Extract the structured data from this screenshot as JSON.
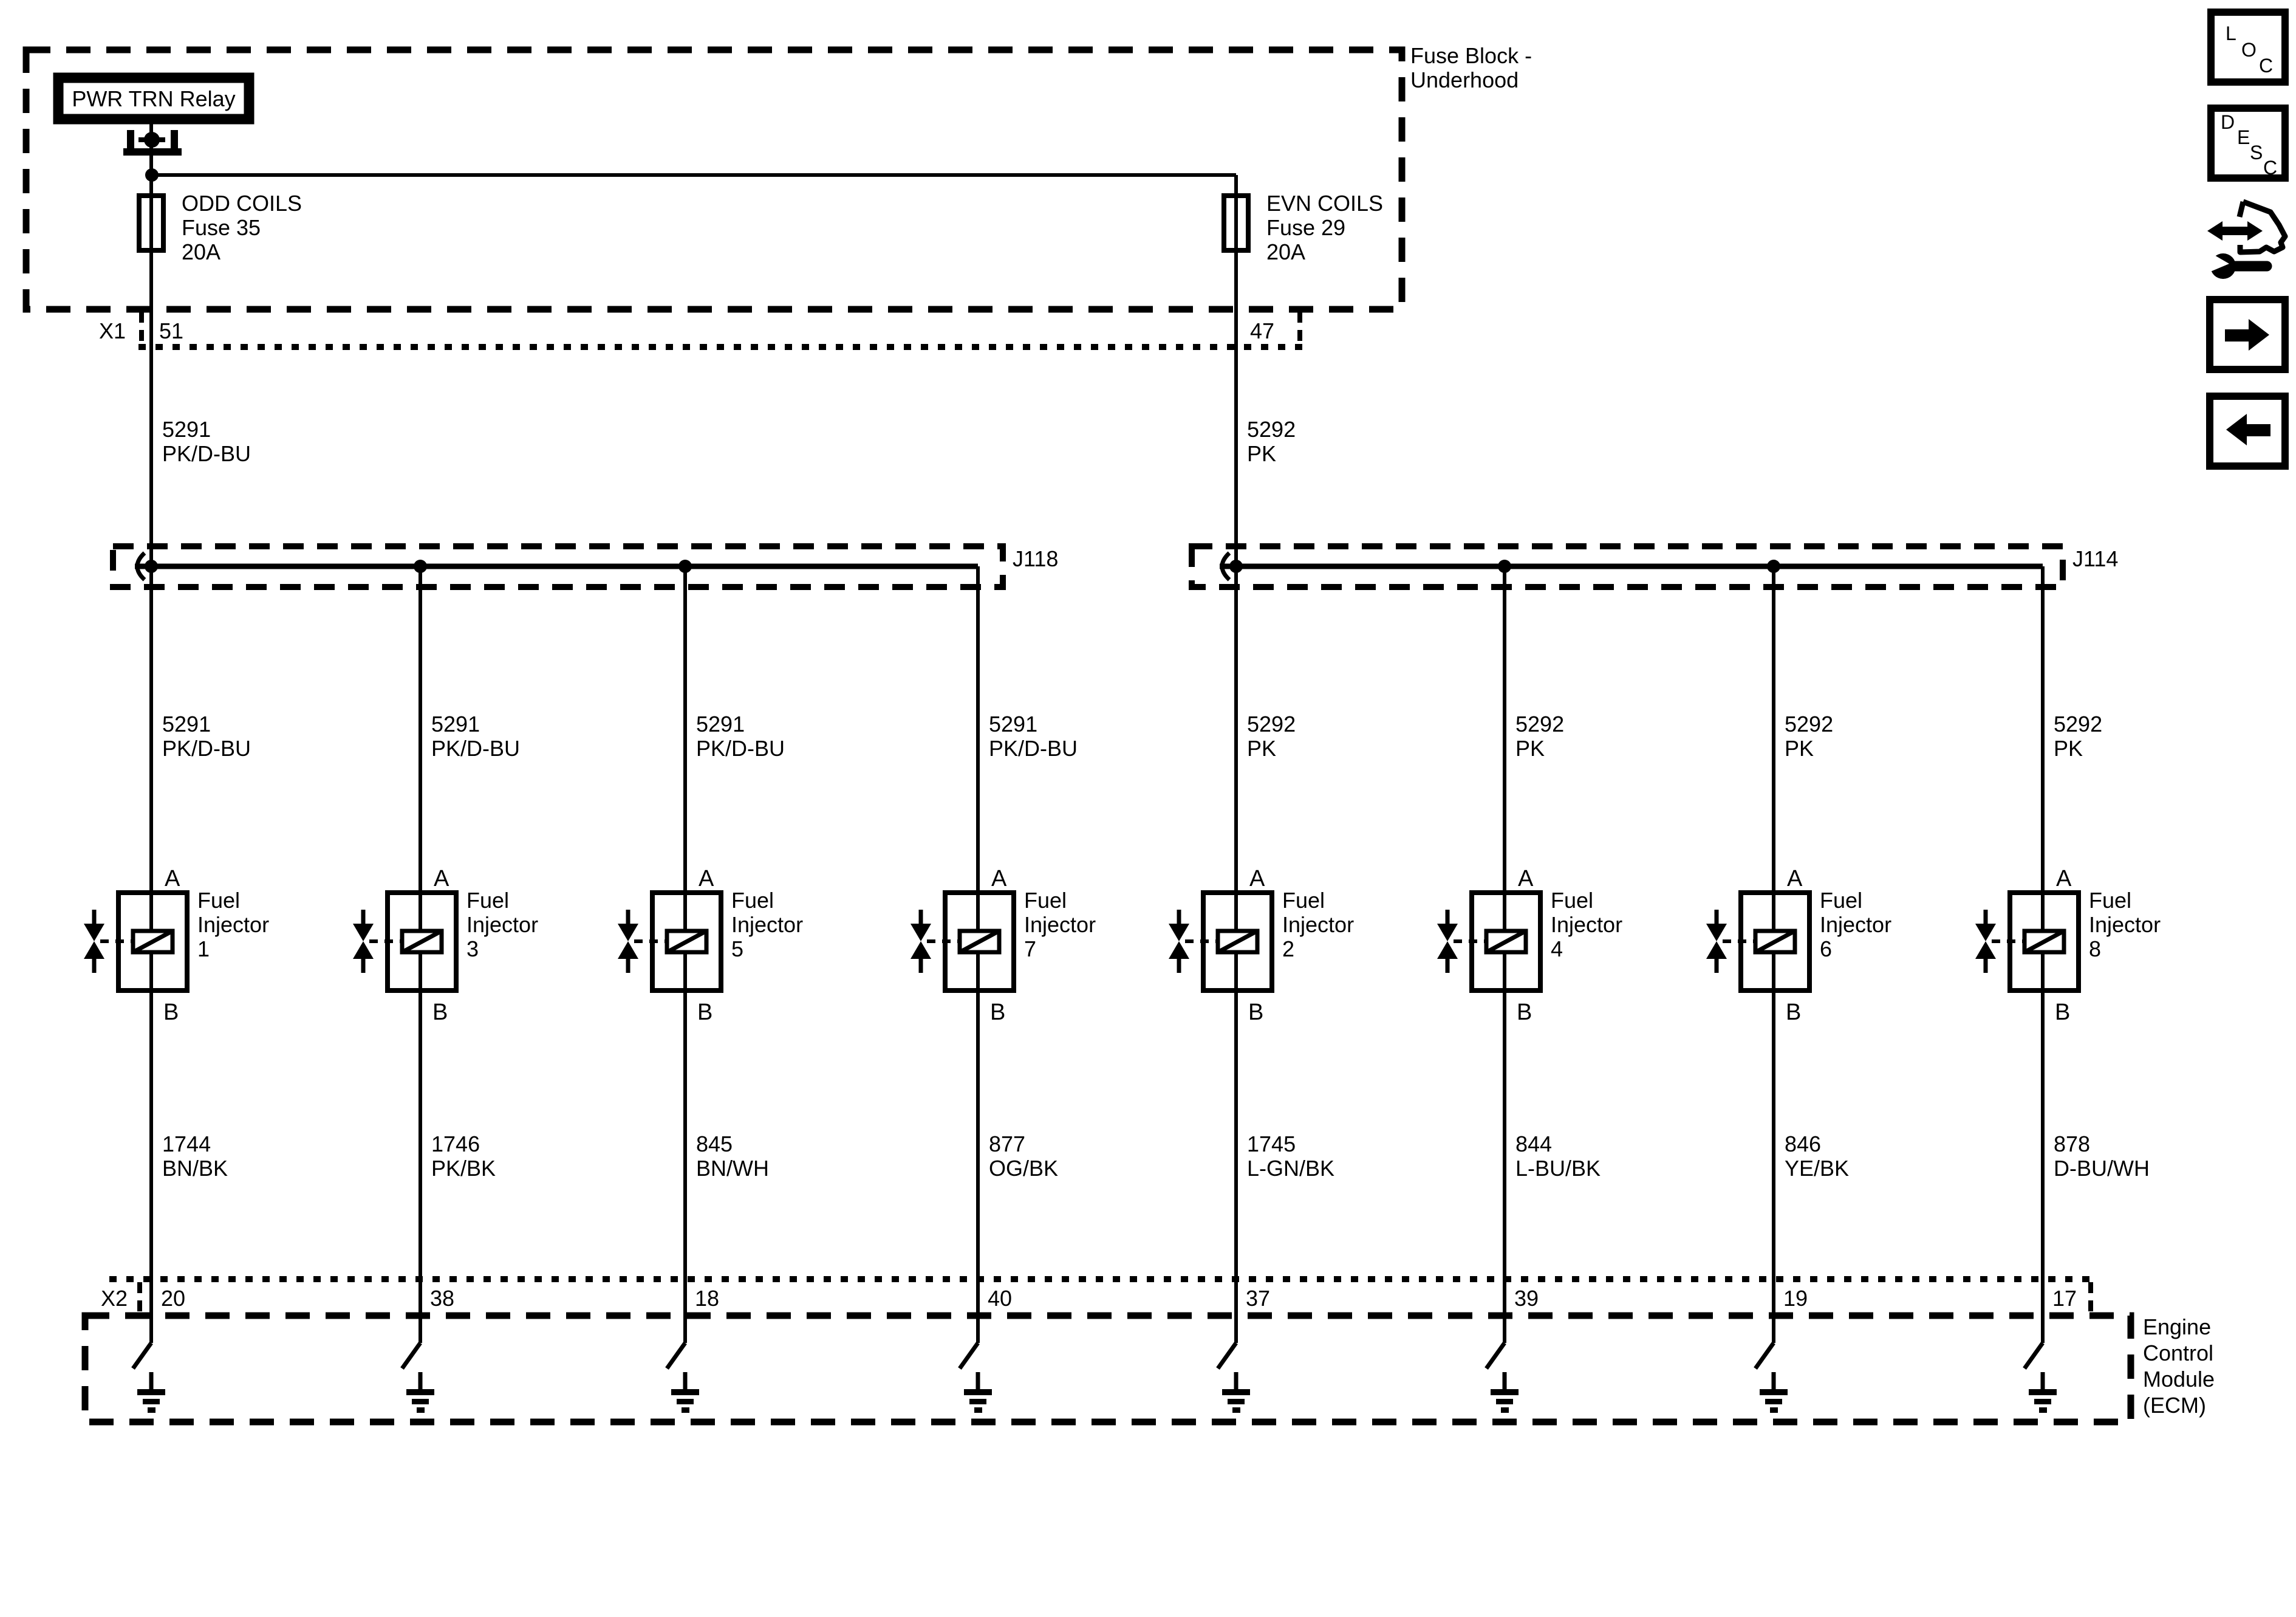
{
  "ink": "#000000",
  "background": "#ffffff",
  "header": {
    "fuse_block_label_1": "Fuse Block -",
    "fuse_block_label_2": "Underhood",
    "relay_label": "PWR TRN Relay",
    "fuses": [
      {
        "name": "ODD COILS",
        "number": "Fuse 35",
        "rating": "20A"
      },
      {
        "name": "EVN COILS",
        "number": "Fuse 29",
        "rating": "20A"
      }
    ]
  },
  "x1": {
    "label": "X1"
  },
  "x2": {
    "label": "X2"
  },
  "feeds": [
    {
      "pin": "51",
      "circuit": "5291",
      "color": "PK/D-BU"
    },
    {
      "pin": "47",
      "circuit": "5292",
      "color": "PK"
    }
  ],
  "splices": [
    {
      "label": "J118"
    },
    {
      "label": "J114"
    }
  ],
  "terminals": {
    "a": "A",
    "b": "B"
  },
  "branches": [
    {
      "circuit": "5291",
      "color": "PK/D-BU",
      "component": [
        "Fuel",
        "Injector",
        "1"
      ],
      "out_circuit": "1744",
      "out_color": "BN/BK",
      "ecm_pin": "20"
    },
    {
      "circuit": "5291",
      "color": "PK/D-BU",
      "component": [
        "Fuel",
        "Injector",
        "3"
      ],
      "out_circuit": "1746",
      "out_color": "PK/BK",
      "ecm_pin": "38"
    },
    {
      "circuit": "5291",
      "color": "PK/D-BU",
      "component": [
        "Fuel",
        "Injector",
        "5"
      ],
      "out_circuit": "845",
      "out_color": "BN/WH",
      "ecm_pin": "18"
    },
    {
      "circuit": "5291",
      "color": "PK/D-BU",
      "component": [
        "Fuel",
        "Injector",
        "7"
      ],
      "out_circuit": "877",
      "out_color": "OG/BK",
      "ecm_pin": "40"
    },
    {
      "circuit": "5292",
      "color": "PK",
      "component": [
        "Fuel",
        "Injector",
        "2"
      ],
      "out_circuit": "1745",
      "out_color": "L-GN/BK",
      "ecm_pin": "37"
    },
    {
      "circuit": "5292",
      "color": "PK",
      "component": [
        "Fuel",
        "Injector",
        "4"
      ],
      "out_circuit": "844",
      "out_color": "L-BU/BK",
      "ecm_pin": "39"
    },
    {
      "circuit": "5292",
      "color": "PK",
      "component": [
        "Fuel",
        "Injector",
        "6"
      ],
      "out_circuit": "846",
      "out_color": "YE/BK",
      "ecm_pin": "19"
    },
    {
      "circuit": "5292",
      "color": "PK",
      "component": [
        "Fuel",
        "Injector",
        "8"
      ],
      "out_circuit": "878",
      "out_color": "D-BU/WH",
      "ecm_pin": "17"
    }
  ],
  "ecm": {
    "label": [
      "Engine",
      "Control",
      "Module",
      "(ECM)"
    ]
  },
  "nav": {
    "loc": [
      "L",
      "O",
      "C"
    ],
    "desc": [
      "D",
      "E",
      "S",
      "C"
    ]
  }
}
